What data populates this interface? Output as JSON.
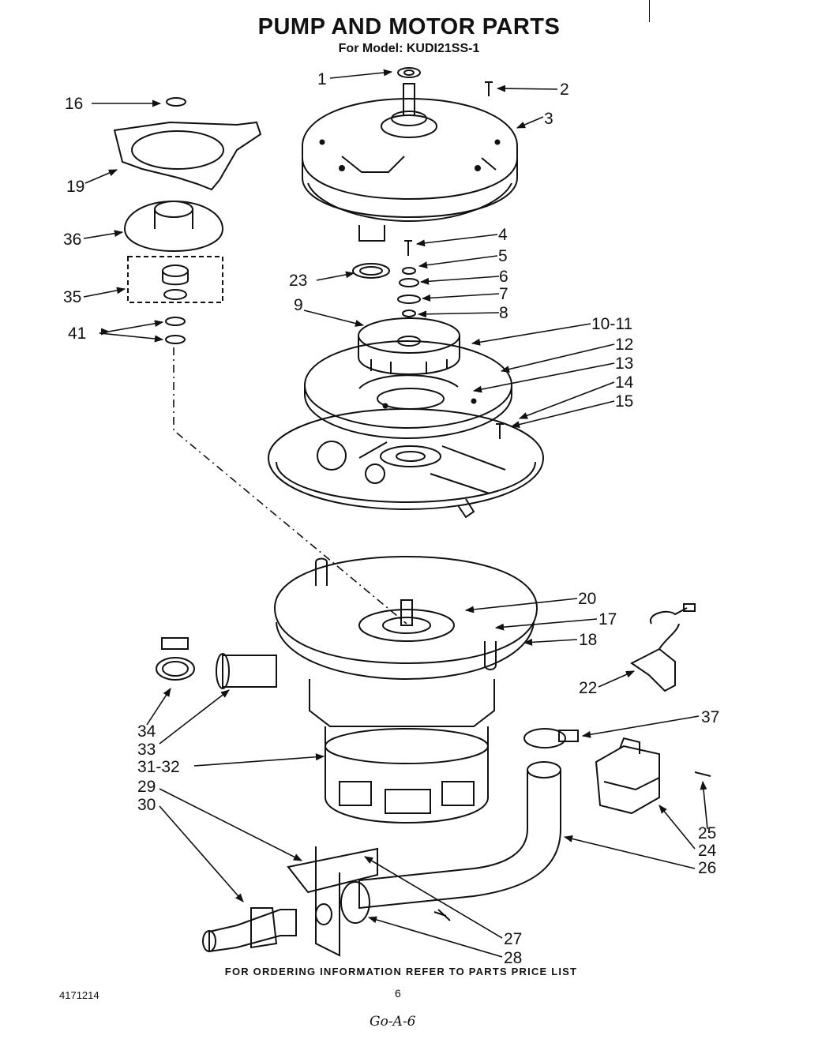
{
  "header": {
    "title": "PUMP AND MOTOR PARTS",
    "subtitle": "For Model: KUDI21SS-1"
  },
  "callouts": [
    "1",
    "2",
    "3",
    "4",
    "5",
    "6",
    "7",
    "8",
    "9",
    "10-11",
    "12",
    "13",
    "14",
    "15",
    "16",
    "19",
    "36",
    "35",
    "41",
    "23",
    "20",
    "17",
    "18",
    "22",
    "37",
    "34",
    "33",
    "31-32",
    "29",
    "30",
    "25",
    "24",
    "26",
    "27",
    "28"
  ],
  "footer": {
    "ordering_note": "FOR ORDERING INFORMATION REFER TO PARTS PRICE LIST",
    "doc_number": "4171214",
    "page_number": "6",
    "handwritten_note": "Go-A-6"
  }
}
